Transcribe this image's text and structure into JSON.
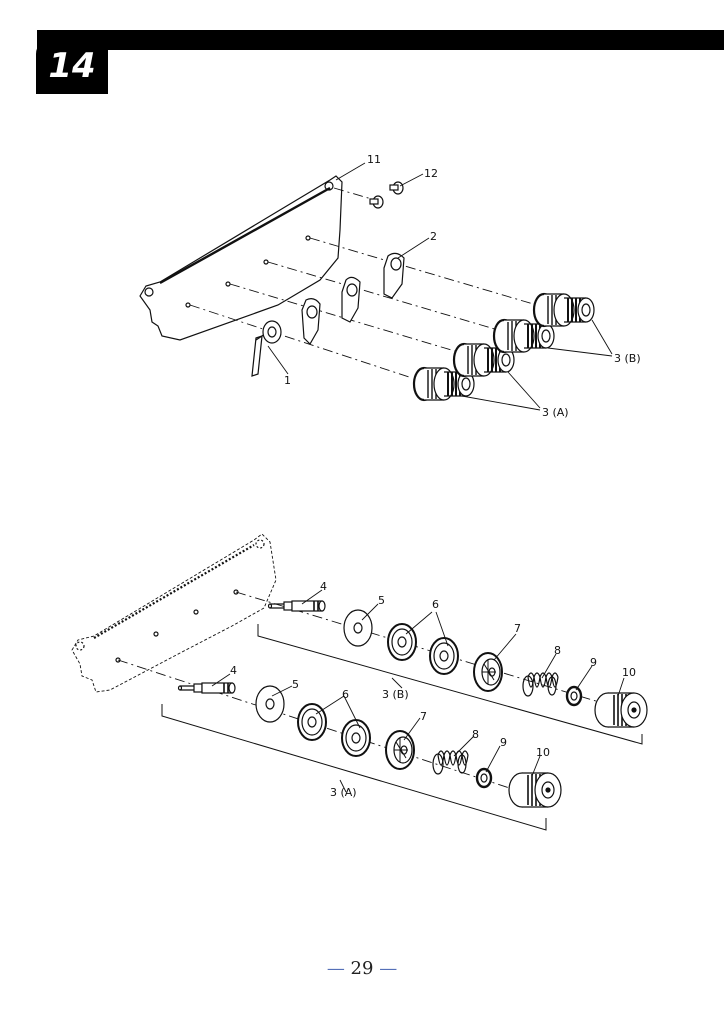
{
  "header": {
    "section_number": "14"
  },
  "page": {
    "number": "29",
    "dash": "—"
  },
  "colors": {
    "ink": "#111111",
    "accent": "#5570b8"
  },
  "upper_assembly": {
    "labels": {
      "bracket_pin": "11",
      "screw": "12",
      "plate_upper": "2",
      "lever_spring": "1",
      "tension_b": "3 (B)",
      "tension_a": "3 (A)"
    }
  },
  "lower_assembly": {
    "row_b": {
      "shaft": "4",
      "disc": "5",
      "felt": "6",
      "retainer": "7",
      "spring": "8",
      "nut": "9",
      "knob": "10",
      "group_label": "3 (B)"
    },
    "row_a": {
      "shaft": "4",
      "disc": "5",
      "felt": "6",
      "retainer": "7",
      "spring": "8",
      "nut": "9",
      "knob": "10",
      "group_label": "3 (A)"
    }
  }
}
